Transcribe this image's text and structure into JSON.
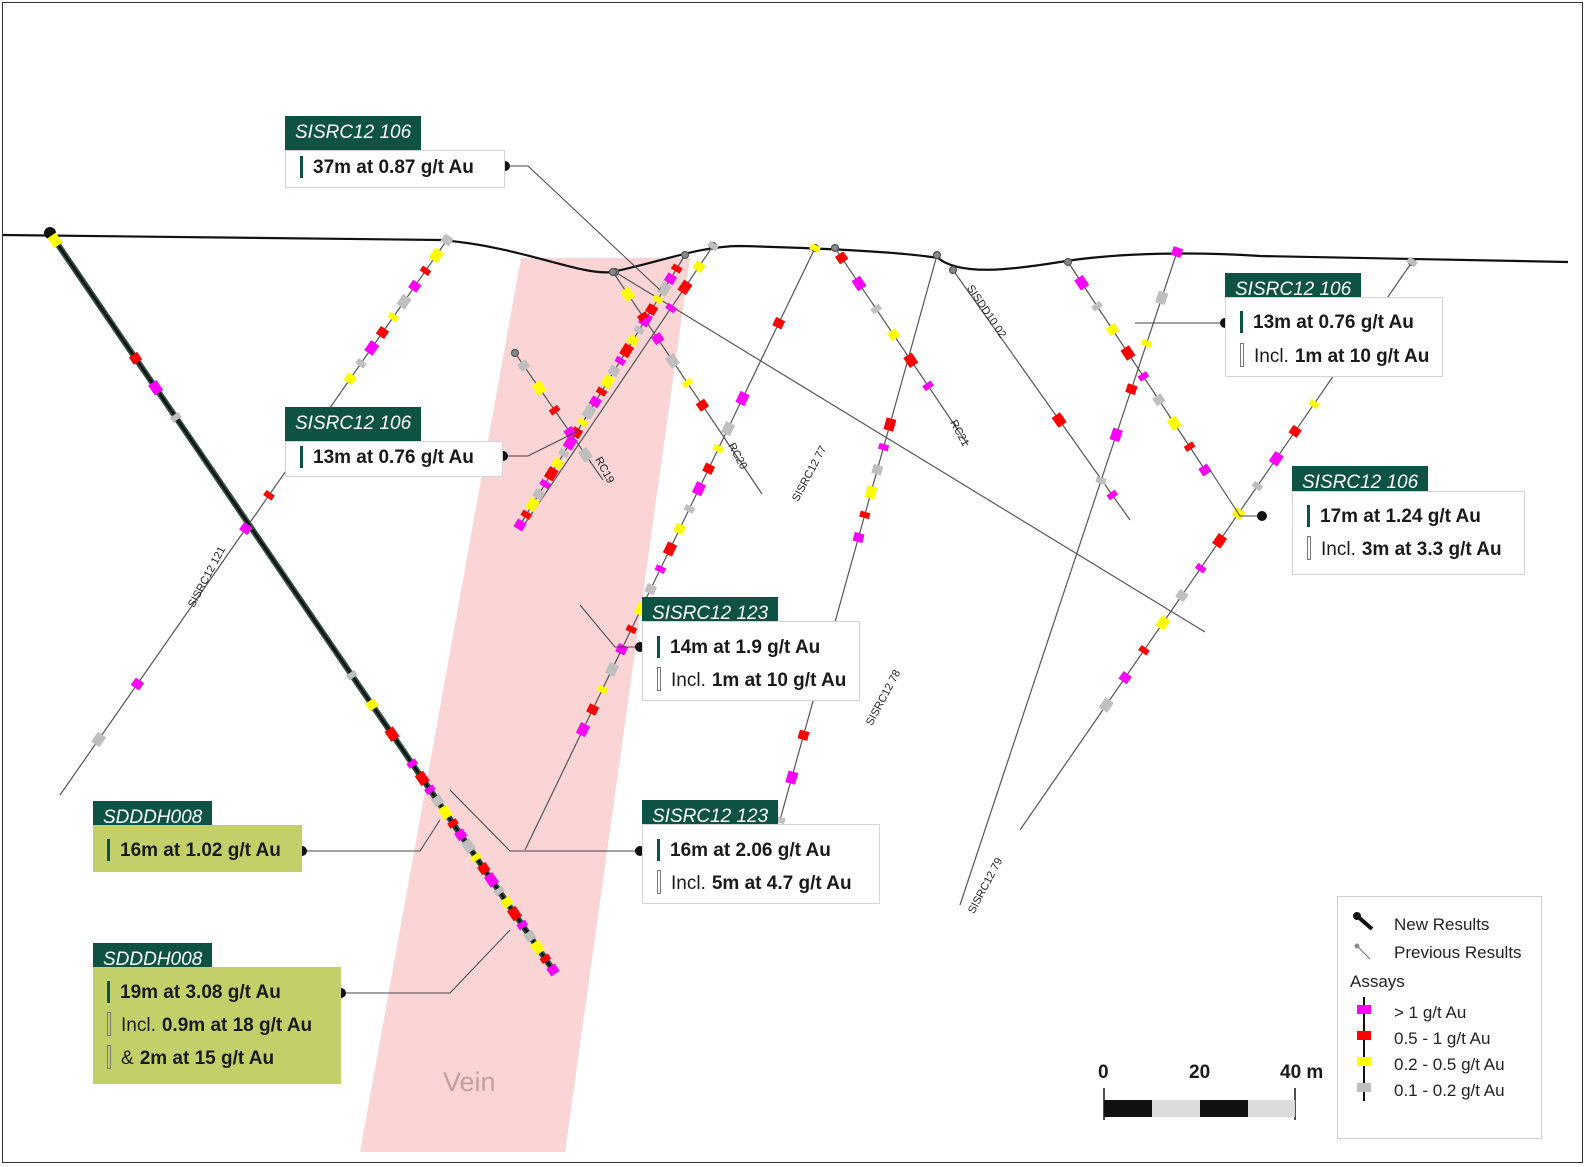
{
  "colors": {
    "header_bg": "#0e5244",
    "gt1": "#ff00ff",
    "r05_1": "#ff0000",
    "r02_05": "#ffff00",
    "r01_02": "#bfbfbf",
    "vein": "#fbd5d5",
    "new_result_box": "#c3d06a"
  },
  "vein_label": "Vein",
  "hole_labels": {
    "sisdd10_02": "SISDD10 02",
    "rc19": "RC19",
    "rc20": "RC20",
    "rc21": "RC21",
    "sisrc12_77": "SISRC12 77",
    "sisrc12_78": "SISRC12 78",
    "sisrc12_79": "SISRC12 79",
    "sisrc12_121": "SISRC12 121"
  },
  "callouts": {
    "c1": {
      "title": "SISRC12 106",
      "lines": [
        {
          "text": "37m at 0.87 g/t Au"
        }
      ]
    },
    "c2": {
      "title": "SISRC12 106",
      "lines": [
        {
          "text": "13m at 0.76 g/t Au"
        }
      ]
    },
    "c3": {
      "title": "SISRC12 106",
      "lines": [
        {
          "text": "13m at 0.76 g/t Au"
        },
        {
          "prefix": "Incl.",
          "text": "1m at 10 g/t Au"
        }
      ]
    },
    "c4": {
      "title": "SISRC12 106",
      "lines": [
        {
          "text": "17m at 1.24 g/t Au"
        },
        {
          "prefix": "Incl.",
          "text": "3m at 3.3 g/t Au"
        }
      ]
    },
    "c5": {
      "title": "SISRC12 123",
      "lines": [
        {
          "text": "14m at 1.9 g/t Au"
        },
        {
          "prefix": "Incl.",
          "text": "1m at 10 g/t Au"
        }
      ]
    },
    "c6": {
      "title": "SISRC12 123",
      "lines": [
        {
          "text": "16m at 2.06 g/t  Au"
        },
        {
          "prefix": "Incl.",
          "text": "5m at 4.7 g/t Au"
        }
      ]
    },
    "c7": {
      "title": "SDDDH008",
      "lines": [
        {
          "text": "16m at 1.02 g/t Au"
        }
      ]
    },
    "c8": {
      "title": "SDDDH008",
      "lines": [
        {
          "text": "19m at 3.08 g/t Au"
        },
        {
          "prefix": "Incl.",
          "text": "0.9m at 18 g/t Au"
        },
        {
          "prefix": "&",
          "text": "2m at 15 g/t Au"
        }
      ]
    }
  },
  "legend": {
    "new_results": "New Results",
    "previous_results": "Previous Results",
    "assays_title": "Assays",
    "assays": [
      {
        "label": "> 1 g/t Au",
        "color": "#ff00ff"
      },
      {
        "label": "0.5 - 1 g/t Au",
        "color": "#ff0000"
      },
      {
        "label": "0.2 - 0.5 g/t Au",
        "color": "#ffff00"
      },
      {
        "label": "0.1 - 0.2 g/t Au",
        "color": "#bfbfbf"
      }
    ]
  },
  "scale": {
    "labels": [
      "0",
      "20",
      "40 m"
    ]
  }
}
